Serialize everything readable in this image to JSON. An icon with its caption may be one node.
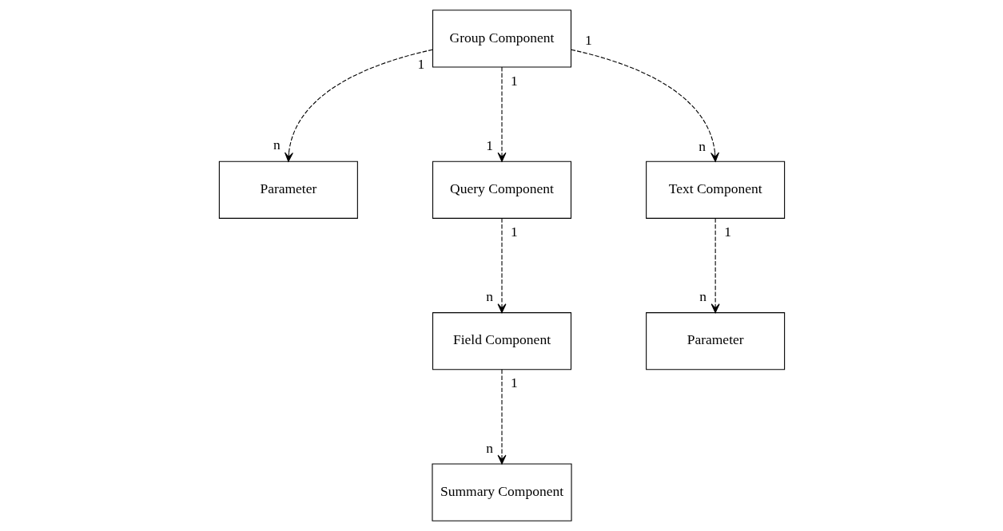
{
  "diagram": {
    "nodes": [
      {
        "text": [
          "Group Component"
        ]
      },
      {
        "text": [
          "Parameter"
        ]
      },
      {
        "text": [
          "Query Component"
        ]
      },
      {
        "text": [
          "Text Component"
        ]
      },
      {
        "text": [
          "Field Component"
        ]
      },
      {
        "text": [
          "Parameter"
        ]
      },
      {
        "text": [
          "Summary Component"
        ]
      }
    ],
    "edges": [
      {
        "from": 0,
        "to": 1,
        "arrow": "to",
        "style": "dashed"
      },
      {
        "from": 0,
        "to": 2,
        "arrow": "to",
        "style": "dashed"
      },
      {
        "from": 0,
        "to": 3,
        "arrow": "to",
        "style": "dashed"
      },
      {
        "from": 2,
        "to": 4,
        "arrow": "to",
        "style": "dashed"
      },
      {
        "from": 3,
        "to": 5,
        "arrow": "to",
        "style": "dashed"
      },
      {
        "from": 4,
        "to": 6,
        "arrow": "to",
        "style": "dashed"
      }
    ],
    "labels": [
      "1",
      "n",
      "1",
      "1",
      "1",
      "n",
      "1",
      "n",
      "1",
      "n",
      "1",
      "n"
    ]
  }
}
